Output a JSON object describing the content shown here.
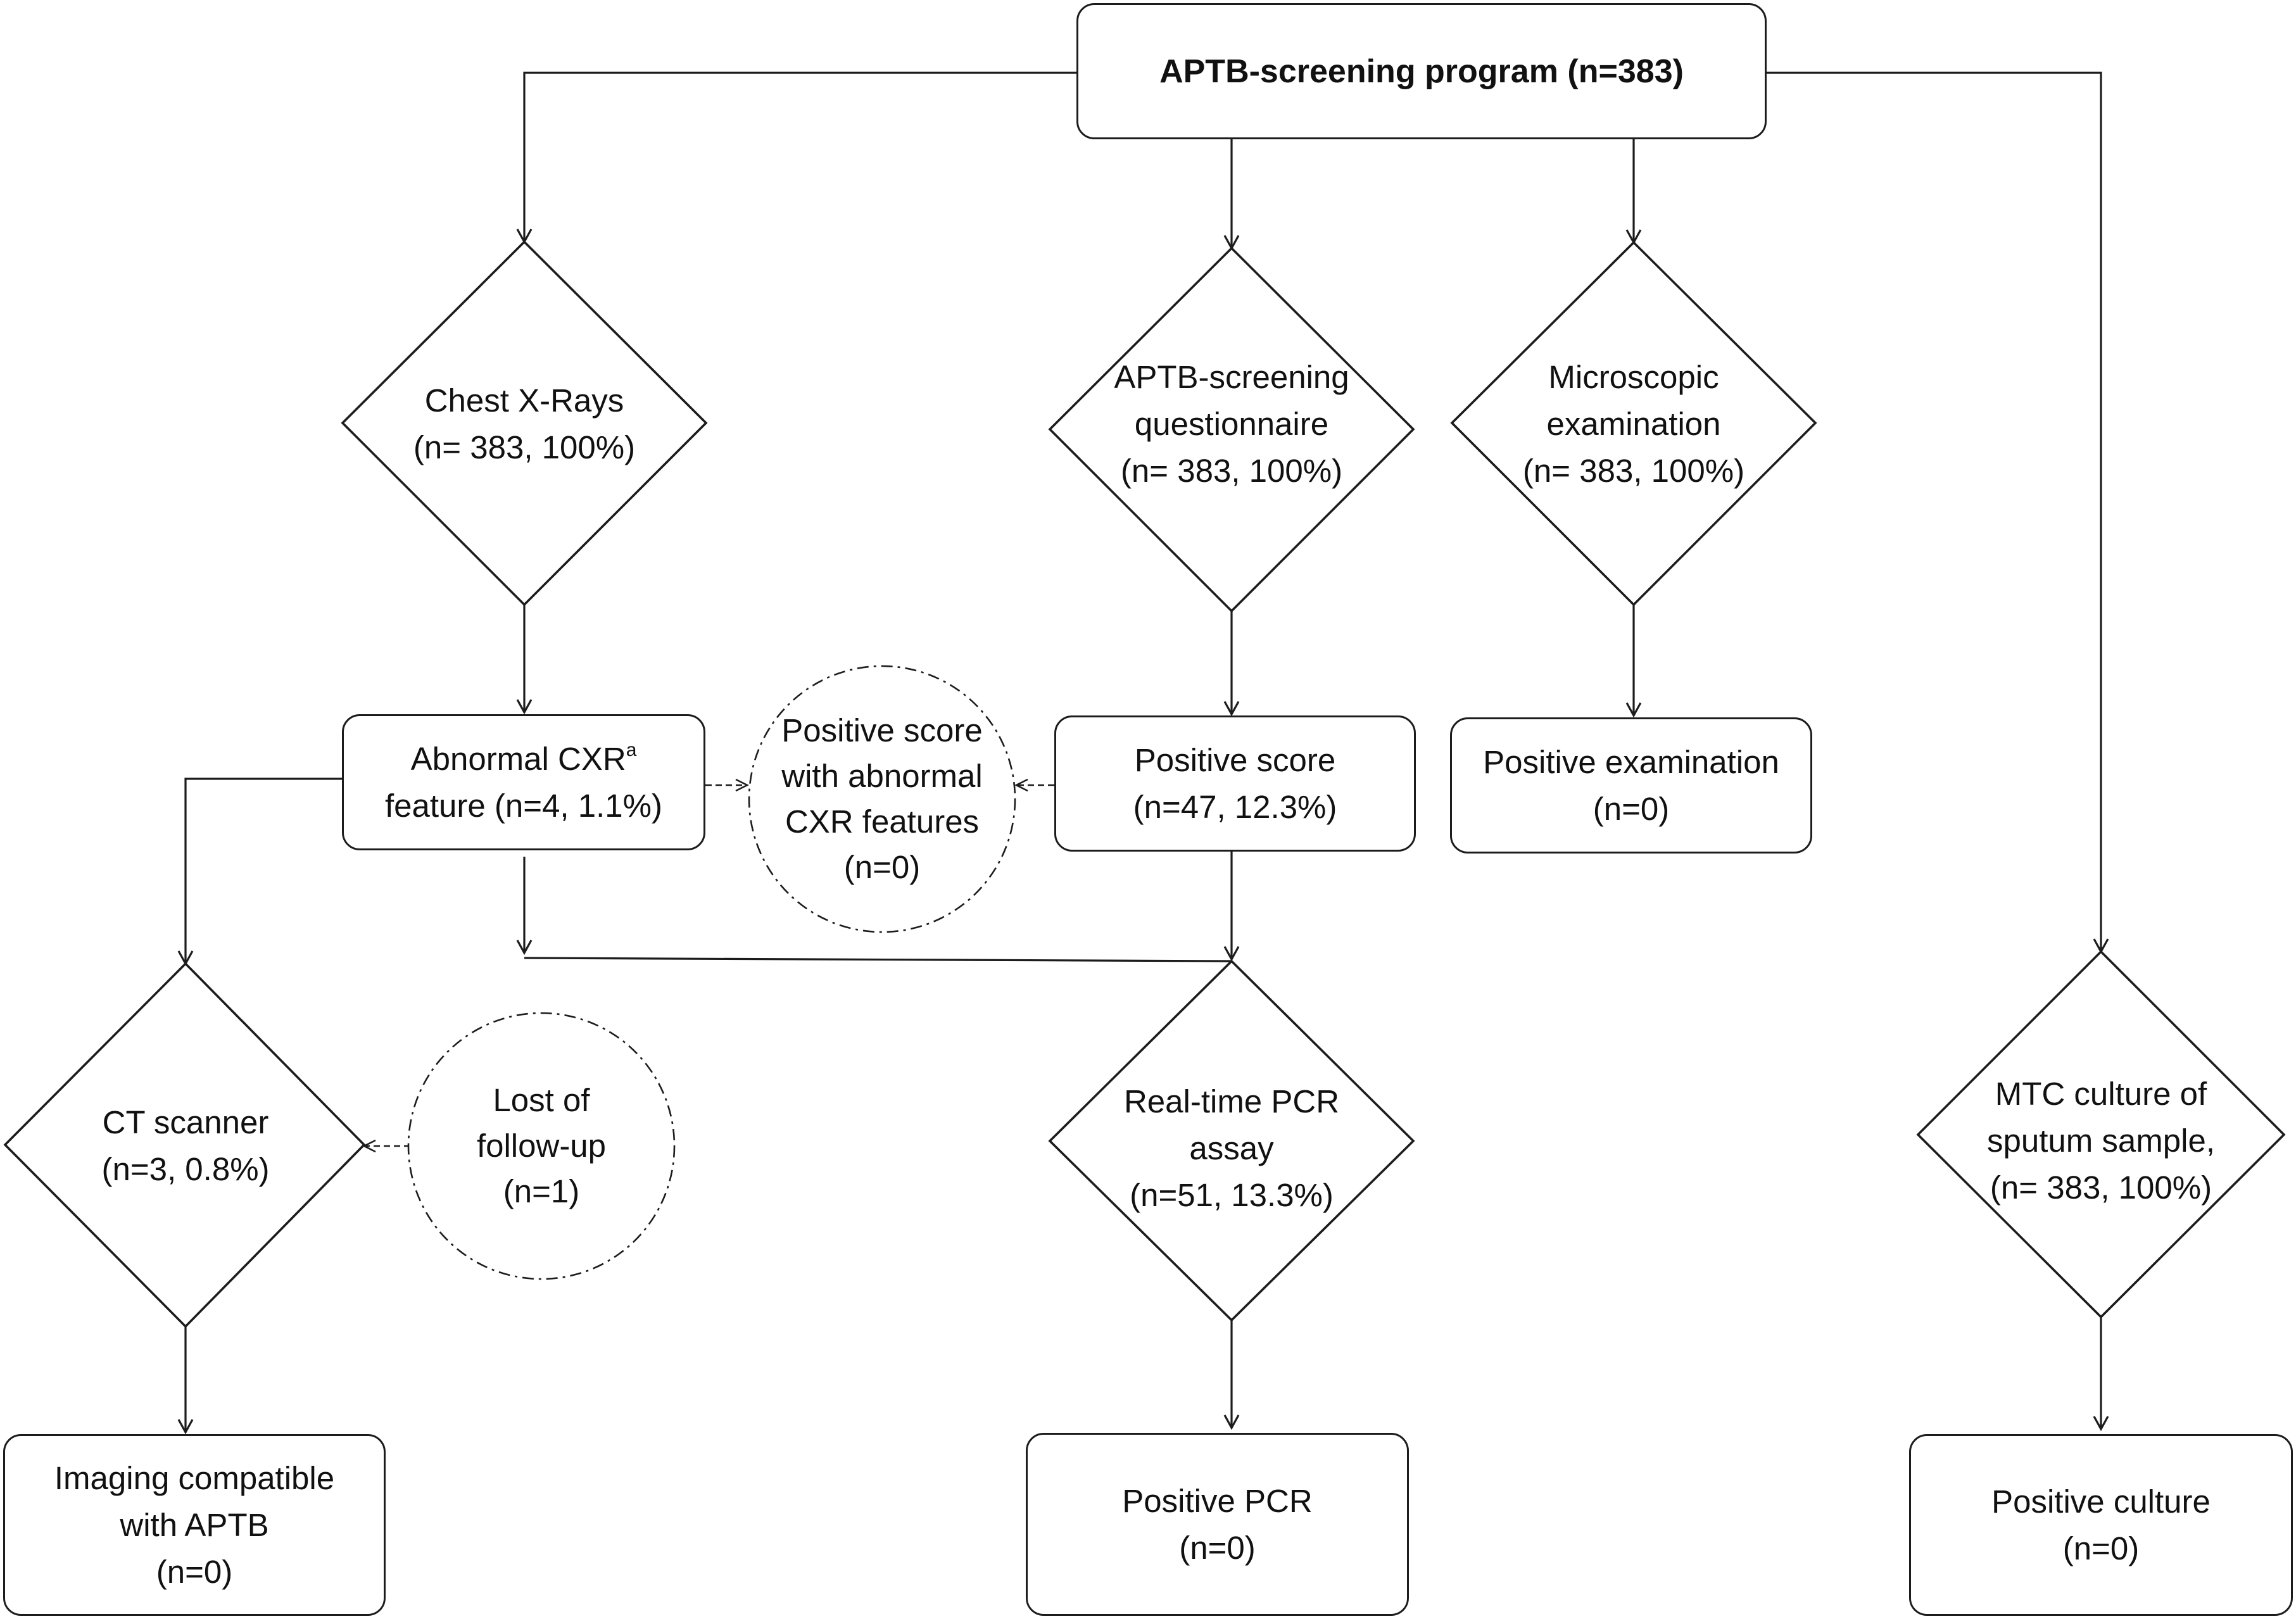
{
  "nodes": {
    "program": {
      "lines": [
        "APTB-screening  program (n=383)"
      ]
    },
    "cxr": {
      "lines": [
        "Chest X-Rays",
        "(n= 383, 100%)"
      ]
    },
    "questionnaire": {
      "lines": [
        "APTB-screening",
        "questionnaire",
        "(n= 383, 100%)"
      ]
    },
    "microscopic": {
      "lines": [
        "Microscopic",
        "examination",
        "(n= 383, 100%)"
      ]
    },
    "abnormal_cxr": {
      "line1_text": "Abnormal CXR",
      "line1_sup": "a",
      "line2": "feature (n=4, 1.1%)"
    },
    "positive_score_cxr": {
      "lines": [
        "Positive score",
        "with abnormal",
        "CXR features",
        "(n=0)"
      ]
    },
    "positive_score": {
      "lines": [
        "Positive score",
        "(n=47, 12.3%)"
      ]
    },
    "positive_exam": {
      "lines": [
        "Positive examination",
        "(n=0)"
      ]
    },
    "ct": {
      "lines": [
        "CT scanner",
        "(n=3,  0.8%)"
      ]
    },
    "lost": {
      "lines": [
        "Lost of",
        "follow-up",
        "(n=1)"
      ]
    },
    "pcr": {
      "lines": [
        "Real-time PCR",
        "assay",
        "(n=51, 13.3%)"
      ]
    },
    "mtc": {
      "lines": [
        "MTC culture of",
        "sputum sample,",
        "(n= 383, 100%)"
      ]
    },
    "imaging": {
      "lines": [
        "Imaging compatible",
        "with APTB",
        "(n=0)"
      ]
    },
    "positive_pcr": {
      "lines": [
        "Positive PCR",
        "(n=0)"
      ]
    },
    "positive_culture": {
      "lines": [
        "Positive culture",
        "(n=0)"
      ]
    }
  }
}
